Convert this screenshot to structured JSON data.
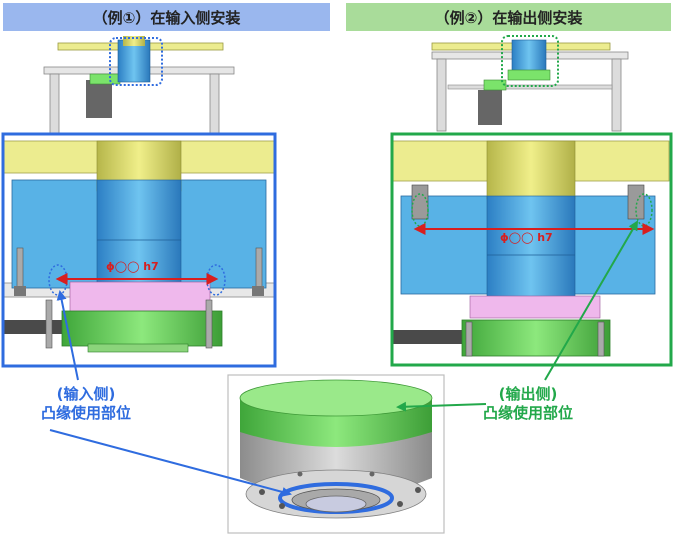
{
  "headers": {
    "left": "（例①）在输入侧安装",
    "right": "（例②）在输出侧安装"
  },
  "dimension_label": "ϕ◯◯ h7",
  "callouts": {
    "left": {
      "line1": "(输入侧)",
      "line2": "凸缘使用部位"
    },
    "right": {
      "line1": "(输出侧)",
      "line2": "凸缘使用部位"
    }
  },
  "colors": {
    "header_left": "#9ab7ee",
    "header_right": "#a9dc9a",
    "frame_left": "#2f6cdf",
    "frame_right": "#22a84a",
    "dimension": "#d81e1e",
    "plate_yellow": "#ecec8f",
    "body_blue": "#58b2e6",
    "flange_green": "#7be36b",
    "flange_pink": "#efb8ec"
  }
}
